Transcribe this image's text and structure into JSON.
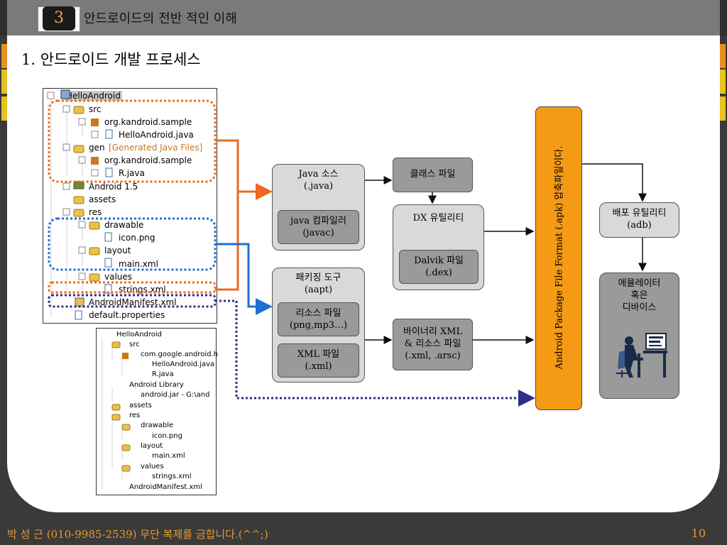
{
  "header": {
    "section_number": "3",
    "title": "안드로이드의 전반 적인 이해"
  },
  "slide": {
    "title": "1. 안드로이드 개발 프로세스"
  },
  "tree1": [
    {
      "label": "HelloAndroid"
    },
    {
      "label": "src"
    },
    {
      "label": "org.kandroid.sample"
    },
    {
      "label": "HelloAndroid.java"
    },
    {
      "label": "gen"
    },
    {
      "label": "org.kandroid.sample"
    },
    {
      "label": "R.java"
    },
    {
      "label": "Android 1.5"
    },
    {
      "label": "assets"
    },
    {
      "label": "res"
    },
    {
      "label": "drawable"
    },
    {
      "label": "icon.png"
    },
    {
      "label": "layout"
    },
    {
      "label": "main.xml"
    },
    {
      "label": "values"
    },
    {
      "label": "strings.xml"
    },
    {
      "label": "AndroidManifest.xml"
    },
    {
      "label": "default.properties"
    }
  ],
  "gen_note": "[Generated Java Files]",
  "tree2": [
    {
      "label": "HelloAndroid"
    },
    {
      "label": "src"
    },
    {
      "label": "com.google.android.h"
    },
    {
      "label": "HelloAndroid.java"
    },
    {
      "label": "R.java"
    },
    {
      "label": "Android Library"
    },
    {
      "label": "android.jar - G:\\and"
    },
    {
      "label": "assets"
    },
    {
      "label": "res"
    },
    {
      "label": "drawable"
    },
    {
      "label": "icon.png"
    },
    {
      "label": "layout"
    },
    {
      "label": "main.xml"
    },
    {
      "label": "values"
    },
    {
      "label": "strings.xml"
    },
    {
      "label": "AndroidManifest.xml"
    }
  ],
  "flow": {
    "java_source": "Java 소스\n(.java)",
    "java_compiler": "java 컴파일러\n(javac)",
    "class_file": "클래스 파일",
    "dx_util": "DX 유틸리티",
    "dalvik_file": "Dalvik 파일\n(.dex)",
    "packaging_tool": "패키징 도구\n(aapt)",
    "resource_file": "리소스 파일\n(png,mp3…)",
    "xml_file": "XML 파일\n(.xml)",
    "binary_xml": "바이너리 XML\n& 리소스 파일\n(.xml, .arsc)",
    "apk": "Android Package File Format (.apk) 압축파일이다.",
    "deploy_util": "배포 유틸리티\n(adb)",
    "emulator": "에뮬레이터\n혹은\n디바이스"
  },
  "footer": {
    "text": "박 성 근 (010-9985-2539)  무단 복제를 금합니다.(^^;)",
    "page": "10"
  },
  "colors": {
    "orange": "#ea6a1f",
    "blue": "#1e6fd4",
    "navy": "#2e2e8a",
    "apk": "#f49a15"
  }
}
